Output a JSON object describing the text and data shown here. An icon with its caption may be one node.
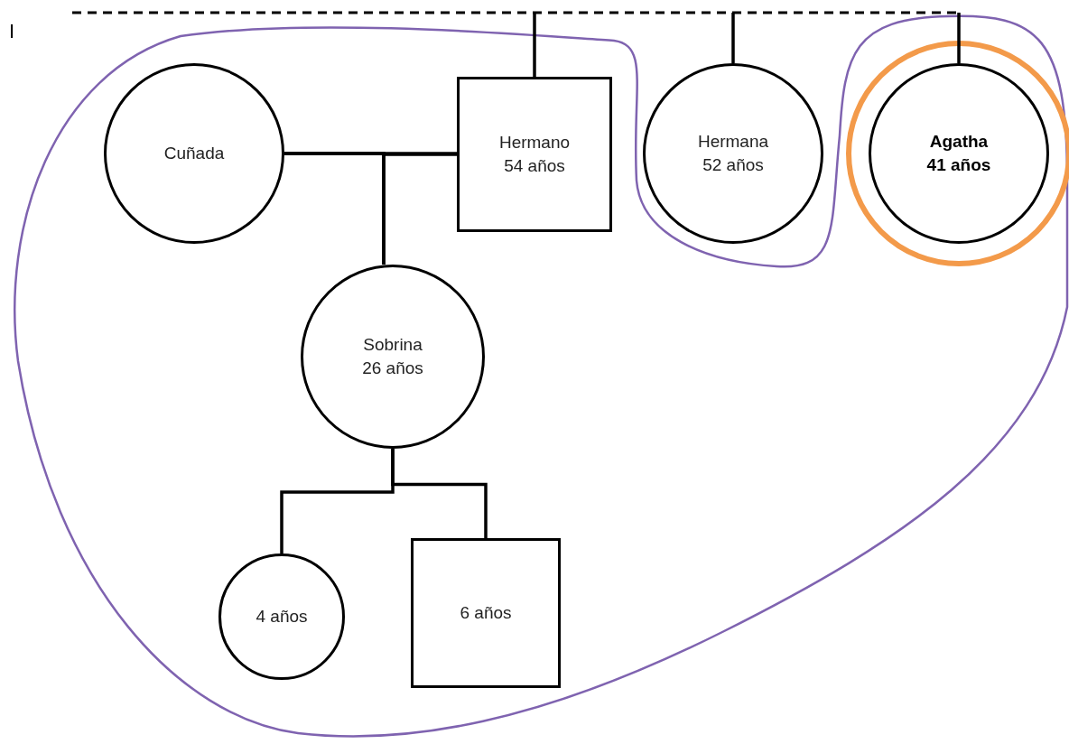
{
  "diagram": {
    "nodes": [
      {
        "text": [
          "Cuñada"
        ]
      },
      {
        "text": [
          "Hermano",
          "54 años"
        ]
      },
      {
        "text": [
          "Hermana",
          "52 años"
        ]
      },
      {
        "text": [
          "Agatha",
          "41 años"
        ]
      },
      {
        "text": [
          "Sobrina",
          "26 años"
        ]
      },
      {
        "text": [
          "4 años"
        ]
      },
      {
        "text": [
          "6 años"
        ]
      }
    ],
    "edges": [
      {
        "from": null,
        "to": 1,
        "arrow": "none"
      },
      {
        "from": null,
        "to": 2,
        "arrow": "none"
      },
      {
        "from": null,
        "to": 3,
        "arrow": "none"
      },
      {
        "from": 0,
        "to": 1,
        "arrow": "none"
      },
      {
        "from": 0,
        "to": 4,
        "arrow": "none"
      },
      {
        "from": 1,
        "to": 4,
        "arrow": "none"
      },
      {
        "from": 4,
        "to": 5,
        "arrow": "none"
      },
      {
        "from": 4,
        "to": 6,
        "arrow": "none"
      }
    ],
    "labels": [
      "I"
    ]
  }
}
